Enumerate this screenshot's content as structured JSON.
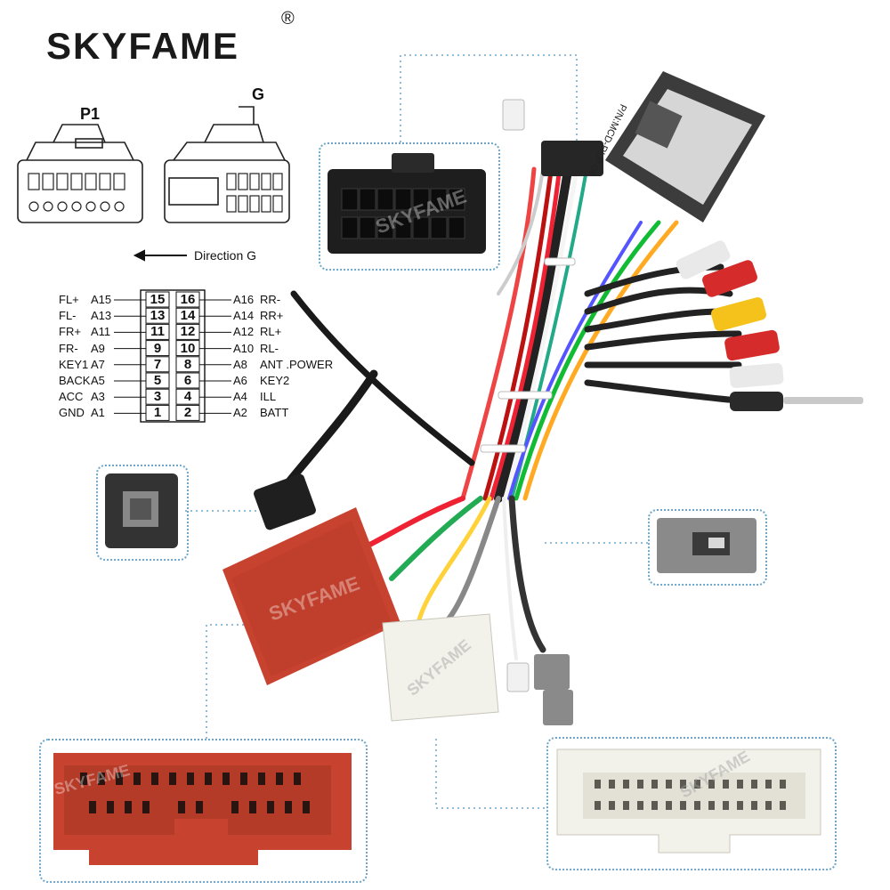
{
  "brand": {
    "name": "SKYFAME",
    "registered": "®"
  },
  "labels": {
    "p1": "P1",
    "g": "G",
    "direction": "Direction G"
  },
  "pinout": {
    "left": [
      {
        "name": "FL+",
        "code": "A15",
        "num": "15"
      },
      {
        "name": "FL-",
        "code": "A13",
        "num": "13"
      },
      {
        "name": "FR+",
        "code": "A11",
        "num": "11"
      },
      {
        "name": "FR-",
        "code": "A9",
        "num": "9"
      },
      {
        "name": "KEY1",
        "code": "A7",
        "num": "7"
      },
      {
        "name": "BACK",
        "code": "A5",
        "num": "5"
      },
      {
        "name": "ACC",
        "code": "A3",
        "num": "3"
      },
      {
        "name": "GND",
        "code": "A1",
        "num": "1"
      }
    ],
    "right": [
      {
        "name": "RR-",
        "code": "A16",
        "num": "16"
      },
      {
        "name": "RR+",
        "code": "A14",
        "num": "14"
      },
      {
        "name": "RL+",
        "code": "A12",
        "num": "12"
      },
      {
        "name": "RL-",
        "code": "A10",
        "num": "10"
      },
      {
        "name": "ANT .POWER",
        "code": "A8",
        "num": "8"
      },
      {
        "name": "KEY2",
        "code": "A6",
        "num": "6"
      },
      {
        "name": "ILL",
        "code": "A4",
        "num": "4"
      },
      {
        "name": "BATT",
        "code": "A2",
        "num": "2"
      }
    ]
  },
  "module_label": "P/N:MCD-RLP-08",
  "watermark": "SKYFAME",
  "colors": {
    "accent_box": "#6fa6c8",
    "red_connector": "#c8432f",
    "white_connector": "#f2f1ea",
    "grey_connector": "#8a8a8a"
  }
}
